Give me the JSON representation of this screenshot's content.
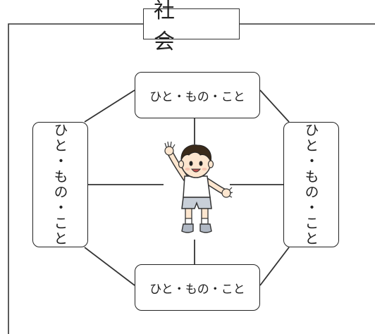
{
  "title": "社　会",
  "nodes": {
    "top": "ひと・もの・こと",
    "bottom": "ひと・もの・こと",
    "left": "ひと・もの・こと",
    "right": "ひと・もの・こと"
  },
  "colors": {
    "line": "#333333",
    "hair": "#3a2a1a",
    "skin": "#fde6cf",
    "shirt": "#ffffff",
    "shorts": "#c8cfd8",
    "shoes": "#b0b8c4"
  }
}
